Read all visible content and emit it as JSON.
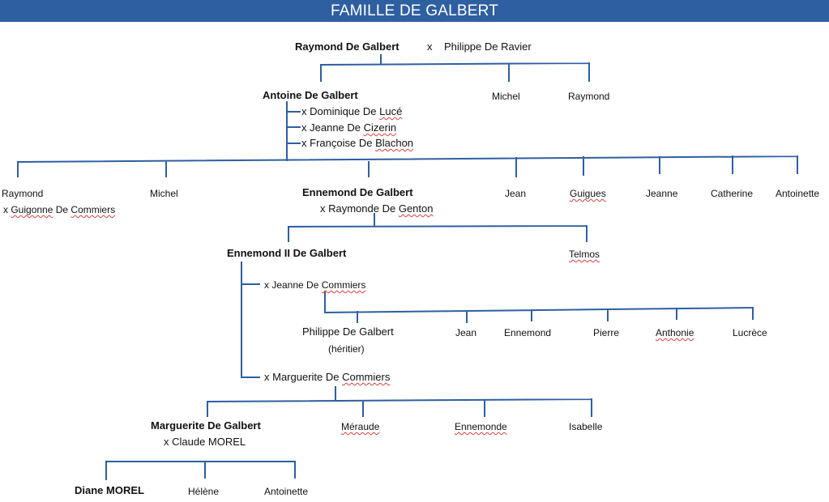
{
  "title": "FAMILLE DE GALBERT",
  "colors": {
    "banner": "#2e5fa1",
    "line": "#2e5fa1",
    "title_text": "#ffffff",
    "text": "#111111",
    "spellcheck": "#d94040"
  },
  "gen1": {
    "name": "Raymond De Galbert",
    "x_sign": "x",
    "spouse": "Philippe De Ravier"
  },
  "gen2": {
    "main": "Antoine De Galbert",
    "spouses": [
      {
        "prefix": "x",
        "first": "Dominique De",
        "last": "Lucé"
      },
      {
        "prefix": "x",
        "first": "Jeanne De",
        "last": "Cizerin"
      },
      {
        "prefix": "x",
        "first": "Françoise De",
        "last": "Blachon"
      }
    ],
    "siblings": [
      "Michel",
      "Raymond"
    ]
  },
  "gen3": {
    "raymond": "Raymond",
    "raymond_spouse": {
      "prefix": "x",
      "first": "Guigonne",
      "mid": "De",
      "last": "Commiers"
    },
    "michel": "Michel",
    "main": "Ennemond De Galbert",
    "main_spouse": {
      "prefix": "x Raymonde De",
      "last": "Genton"
    },
    "jean": "Jean",
    "guigues": "Guigues",
    "jeanne": "Jeanne",
    "catherine": "Catherine",
    "antoinette": "Antoinette"
  },
  "gen4": {
    "main": "Ennemond II De Galbert",
    "sibling": "Telmos",
    "spouse1": {
      "prefix": "x Jeanne De",
      "last": "Commiers"
    },
    "spouse2": {
      "prefix": "x Marguerite De",
      "last": "Commiers"
    }
  },
  "gen5a": {
    "heir": "Philippe De Galbert",
    "heir_note": "(héritier)",
    "jean": "Jean",
    "ennemond": "Ennemond",
    "pierre": "Pierre",
    "anthonie": "Anthonie",
    "lucrece": "Lucrèce"
  },
  "gen5b": {
    "main": "Marguerite De Galbert",
    "main_spouse": "x Claude MOREL",
    "meraude": "Méraude",
    "ennemonde": "Ennemonde",
    "isabelle": "Isabelle"
  },
  "gen6": {
    "main": "Diane MOREL",
    "helene": "Hélène",
    "antoinette": "Antoinette"
  }
}
